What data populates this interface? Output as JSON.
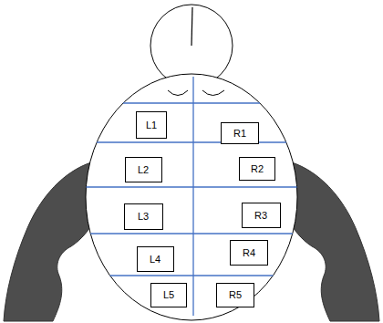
{
  "diagram": {
    "nodes": [
      {
        "text": [
          "L1"
        ]
      },
      {
        "text": [
          "R1"
        ]
      },
      {
        "text": [
          "L2"
        ]
      },
      {
        "text": [
          "R2"
        ]
      },
      {
        "text": [
          "L3"
        ]
      },
      {
        "text": [
          "R3"
        ]
      },
      {
        "text": [
          "L4"
        ]
      },
      {
        "text": [
          "R4"
        ]
      },
      {
        "text": [
          "L5"
        ]
      },
      {
        "text": [
          "R5"
        ]
      }
    ]
  }
}
